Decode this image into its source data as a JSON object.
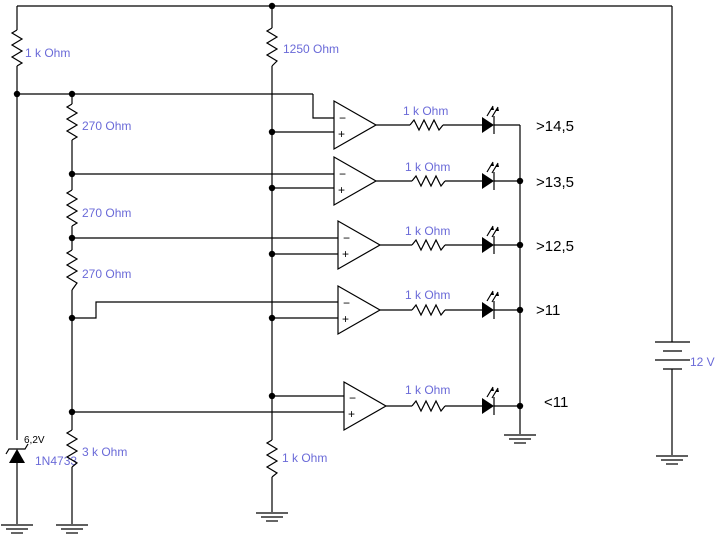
{
  "labels": {
    "r_top_left": "1 k Ohm",
    "r_top_mid": "1250  Ohm",
    "r_div_1": "270  Ohm",
    "r_div_2": "270  Ohm",
    "r_div_3": "270  Ohm",
    "r_div_bottom": "3 k Ohm",
    "r_mid_bottom": "1 k Ohm",
    "zener_voltage": "6,2V",
    "zener_part": "1N4733",
    "battery": "12 V"
  },
  "stages": [
    {
      "resistor": "1 k Ohm",
      "output": ">14,5"
    },
    {
      "resistor": "1 k Ohm",
      "output": ">13,5"
    },
    {
      "resistor": "1 k Ohm",
      "output": ">12,5"
    },
    {
      "resistor": "1 k Ohm",
      "output": ">11"
    },
    {
      "resistor": "1 k Ohm",
      "output": "<11"
    }
  ],
  "symbols": {
    "minus": "−",
    "plus": "+"
  }
}
